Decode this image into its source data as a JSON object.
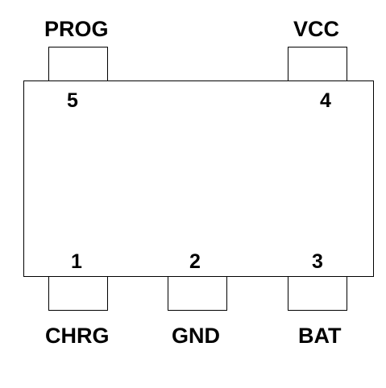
{
  "pins": [
    {
      "number": "5",
      "name": "PROG"
    },
    {
      "number": "4",
      "name": "VCC"
    },
    {
      "number": "1",
      "name": "CHRG"
    },
    {
      "number": "2",
      "name": "GND"
    },
    {
      "number": "3",
      "name": "BAT"
    }
  ]
}
